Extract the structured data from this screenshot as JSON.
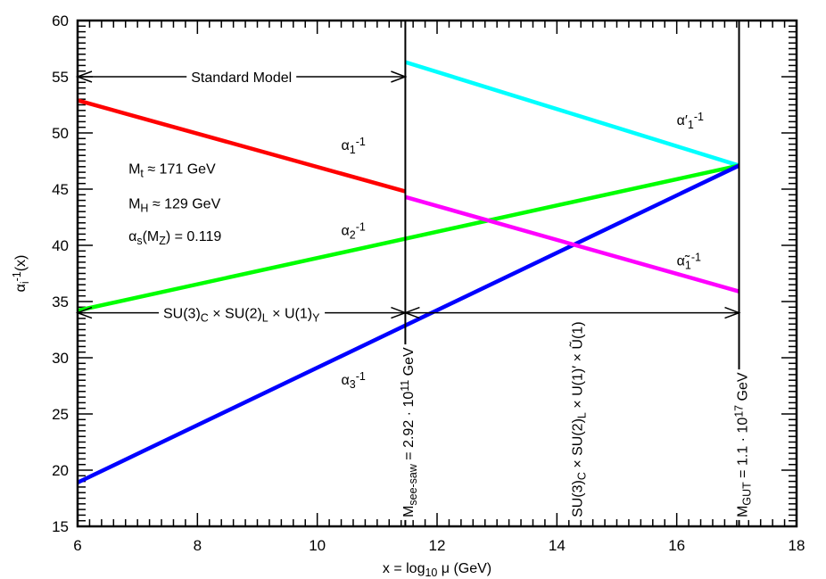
{
  "chart_data": {
    "type": "line",
    "title": "",
    "xlabel": [
      {
        "t": "x = log"
      },
      {
        "t": "10",
        "sub": true
      },
      {
        "t": " μ (GeV)"
      }
    ],
    "ylabel": [
      {
        "t": "α"
      },
      {
        "t": "i",
        "sub": true
      },
      {
        "t": "-1",
        "sup": true
      },
      {
        "t": "(x)"
      }
    ],
    "xlim": [
      6,
      18
    ],
    "ylim": [
      15,
      60
    ],
    "xticks": [
      6,
      8,
      10,
      12,
      14,
      16,
      18
    ],
    "yticks": [
      15,
      20,
      25,
      30,
      35,
      40,
      45,
      50,
      55,
      60
    ],
    "grid": false,
    "series": [
      {
        "name": "α1^-1",
        "color": "#ff0000",
        "x": [
          6,
          11.47
        ],
        "y": [
          52.9,
          44.8
        ]
      },
      {
        "name": "α'1^-1",
        "color": "#00ffff",
        "x": [
          11.47,
          17.04
        ],
        "y": [
          56.3,
          47.1
        ]
      },
      {
        "name": "α2^-1",
        "color": "#00ff00",
        "x": [
          6,
          17.04
        ],
        "y": [
          34.2,
          47.1
        ]
      },
      {
        "name": "α3^-1",
        "color": "#0000ff",
        "x": [
          6,
          17.04
        ],
        "y": [
          18.9,
          47.1
        ]
      },
      {
        "name": "α̃1^-1",
        "color": "#ff00ff",
        "x": [
          11.47,
          17.04
        ],
        "y": [
          44.3,
          35.9
        ]
      }
    ],
    "vertical_lines": [
      11.47,
      17.04
    ],
    "arrows": [
      {
        "x": [
          6,
          11.47
        ],
        "y": 55,
        "label": [
          {
            "t": "Standard Model"
          }
        ]
      },
      {
        "x": [
          6,
          11.47
        ],
        "y": 34,
        "label": [
          {
            "t": "SU(3)"
          },
          {
            "t": "C",
            "sub": true
          },
          {
            "t": " × SU(2)"
          },
          {
            "t": "L",
            "sub": true
          },
          {
            "t": " × U(1)"
          },
          {
            "t": "Y",
            "sub": true
          }
        ]
      },
      {
        "x": [
          11.47,
          17.04
        ],
        "y": 34,
        "label": []
      }
    ],
    "annotations": [
      {
        "id": "a1",
        "x": 10.4,
        "y": 48.5,
        "parts": [
          {
            "t": "α"
          },
          {
            "t": "1",
            "sub": true
          },
          {
            "t": "-1",
            "sup": true
          }
        ]
      },
      {
        "id": "a1p",
        "x": 16.0,
        "y": 50.7,
        "parts": [
          {
            "t": "α′"
          },
          {
            "t": "1",
            "sub": true
          },
          {
            "t": "-1",
            "sup": true
          }
        ]
      },
      {
        "id": "a2",
        "x": 10.4,
        "y": 40.9,
        "parts": [
          {
            "t": "α"
          },
          {
            "t": "2",
            "sub": true
          },
          {
            "t": "-1",
            "sup": true
          }
        ]
      },
      {
        "id": "a3",
        "x": 10.4,
        "y": 27.6,
        "parts": [
          {
            "t": "α"
          },
          {
            "t": "3",
            "sub": true
          },
          {
            "t": "-1",
            "sup": true
          }
        ]
      },
      {
        "id": "a1t",
        "x": 16.0,
        "y": 38.2,
        "parts": [
          {
            "t": "α̃"
          },
          {
            "t": "1",
            "sub": true
          },
          {
            "t": "-1",
            "sup": true
          }
        ]
      },
      {
        "id": "mt",
        "x": 6.85,
        "y": 46.4,
        "parts": [
          {
            "t": "M"
          },
          {
            "t": "t",
            "sub": true
          },
          {
            "t": " ≈ 171 GeV"
          }
        ]
      },
      {
        "id": "mh",
        "x": 6.85,
        "y": 43.3,
        "parts": [
          {
            "t": "M"
          },
          {
            "t": "H",
            "sub": true
          },
          {
            "t": " ≈ 129 GeV"
          }
        ]
      },
      {
        "id": "as",
        "x": 6.85,
        "y": 40.4,
        "parts": [
          {
            "t": "α"
          },
          {
            "t": "s",
            "sub": true
          },
          {
            "t": "(M"
          },
          {
            "t": "Z",
            "sub": true
          },
          {
            "t": ") = 0.119"
          }
        ]
      },
      {
        "id": "mss",
        "x": 11.6,
        "y": 15.8,
        "rot": true,
        "parts": [
          {
            "t": "M"
          },
          {
            "t": "see-saw",
            "sub": true
          },
          {
            "t": " = 2.92 · 10"
          },
          {
            "t": "11",
            "sup": true
          },
          {
            "t": " GeV"
          }
        ]
      },
      {
        "id": "grp",
        "x": 14.42,
        "y": 15.8,
        "rot": true,
        "parts": [
          {
            "t": "SU(3)"
          },
          {
            "t": "C",
            "sub": true
          },
          {
            "t": " × SU(2)"
          },
          {
            "t": "L",
            "sub": true
          },
          {
            "t": " × U(1)′ × Ũ(1)"
          }
        ]
      },
      {
        "id": "mgut",
        "x": 17.17,
        "y": 15.8,
        "rot": true,
        "parts": [
          {
            "t": "M"
          },
          {
            "t": "GUT",
            "sub": true
          },
          {
            "t": " = 1.1 · 10"
          },
          {
            "t": "17",
            "sup": true
          },
          {
            "t": " GeV"
          }
        ]
      }
    ]
  }
}
